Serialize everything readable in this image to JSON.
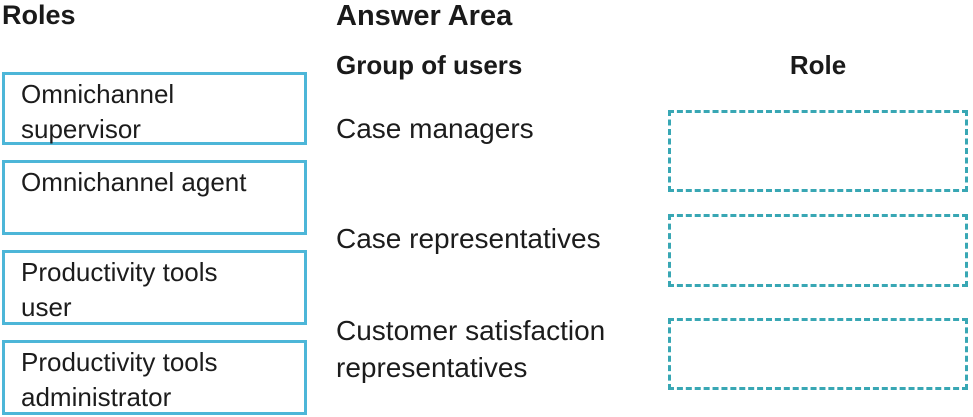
{
  "roles": {
    "title": "Roles",
    "items": [
      {
        "label": "Omnichannel supervisor"
      },
      {
        "label": "Omnichannel agent"
      },
      {
        "label": "Productivity tools user"
      },
      {
        "label": "Productivity tools administrator"
      }
    ]
  },
  "answer_area": {
    "title": "Answer Area",
    "columns": {
      "group": "Group of users",
      "role": "Role"
    },
    "rows": [
      {
        "group": "Case managers",
        "role_value": ""
      },
      {
        "group": "Case representatives",
        "role_value": ""
      },
      {
        "group": "Customer satisfaction representatives",
        "role_value": ""
      }
    ]
  },
  "colors": {
    "background": "#ffffff",
    "text": "#1c1c1c",
    "role_box_border": "#4db6d8",
    "drop_zone_border": "#38a7b4"
  }
}
